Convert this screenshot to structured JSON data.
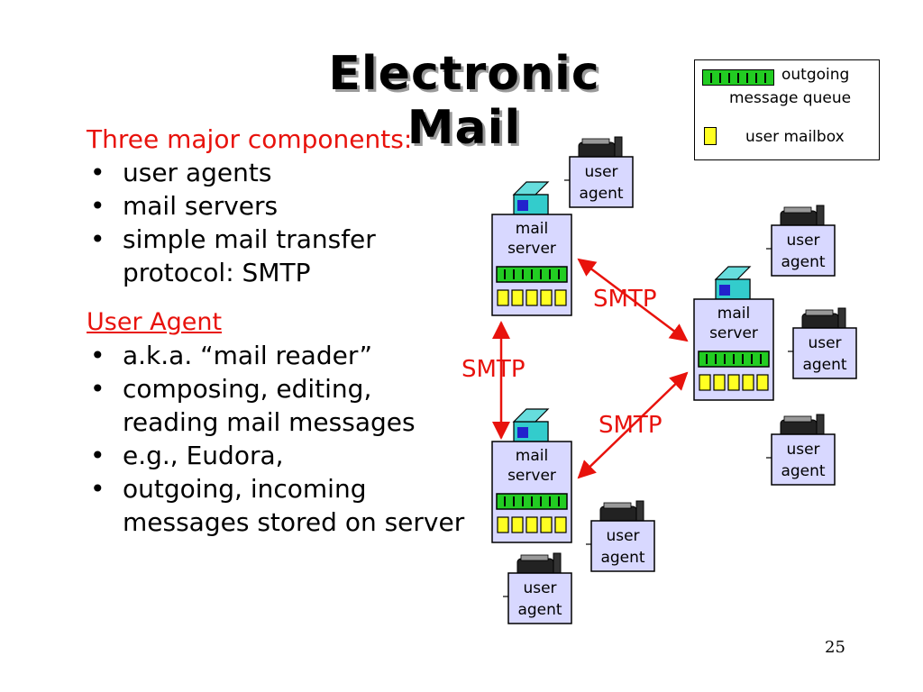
{
  "title": "Electronic Mail",
  "intro": "Three major components:",
  "components": [
    "user agents",
    "mail servers",
    "simple mail transfer protocol: SMTP"
  ],
  "section_heading": "User Agent",
  "user_agent_points": [
    "a.k.a. “mail reader”",
    "composing, editing, reading mail messages",
    "e.g., Eudora,",
    "outgoing, incoming messages stored on server"
  ],
  "legend": {
    "queue_label_line1": "outgoing",
    "queue_label_line2": "message queue",
    "mailbox_label": "user mailbox"
  },
  "diagram": {
    "server_label_line1": "mail",
    "server_label_line2": "server",
    "agent_label_line1": "user",
    "agent_label_line2": "agent",
    "protocol_label": "SMTP"
  },
  "slide_number": "25",
  "colors": {
    "heading_red": "#e8120c",
    "queue_green": "#22cc22",
    "mailbox_yellow": "#ffff22",
    "box_fill": "#d8d8ff",
    "tower_teal": "#33cccc",
    "arrow_red": "#e8120c"
  }
}
